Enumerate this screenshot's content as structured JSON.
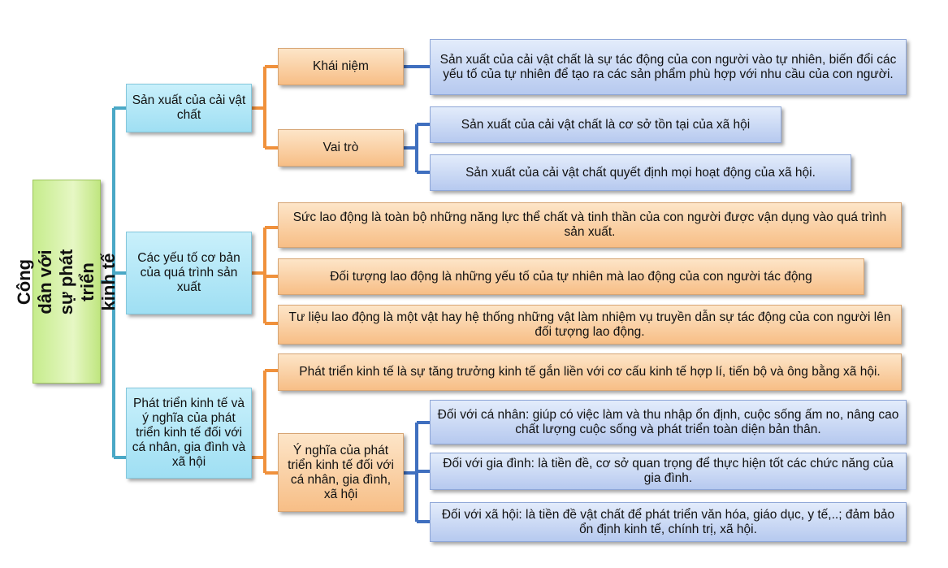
{
  "root": {
    "title": "Công dân với sự phát triển kinh tế"
  },
  "branches": [
    {
      "label": "Sản xuất của cải vật chất",
      "children": [
        {
          "label": "Khái niệm",
          "details": [
            "Sản xuất của cải vật chất là sự tác động của con người vào tự nhiên, biến đổi các yếu tố của tự nhiên để tạo ra các sản phẩm phù hợp với nhu cầu của con người."
          ]
        },
        {
          "label": "Vai trò",
          "details": [
            "Sản xuất của cải vật chất là cơ sở tồn tại của xã hội",
            "Sản xuất của cải vật chất quyết định mọi hoạt động của xã hội."
          ]
        }
      ]
    },
    {
      "label": "Các yếu tố cơ bản của quá trình sản xuất",
      "items": [
        "Sức lao động là toàn bộ những năng lực thể chất và tinh thần của con người được vận dụng vào quá trình sản xuất.",
        "Đối tượng lao động là những yếu tố của tự nhiên mà lao động của con người tác động",
        "Tư liệu lao động là một vật hay hệ thống những vật làm nhiệm vụ truyền dẫn sự tác động của con người lên đối tượng lao động."
      ]
    },
    {
      "label": "Phát triển kinh tế và ý nghĩa của phát triển kinh tế đối với  cá nhân, gia đình và xã hội",
      "concept": "Phát triển kinh tế là sự tăng trưởng kinh tế gắn liền với cơ cấu kinh tế hợp lí, tiến bộ và ông bằng xã hội.",
      "meaning": {
        "label": "Ý nghĩa của phát triển kinh tế đối với cá nhân, gia đình, xã hội",
        "details": [
          "Đối với cá nhân: giúp có việc làm và thu nhập ổn định, cuộc sống ấm no, nâng cao chất lượng cuộc sống và phát triển toàn diện bản thân.",
          "Đối với gia đình: là tiền đề, cơ sở quan trọng để thực hiện tốt các chức năng của gia đình.",
          "Đối với xã hội: là tiền đề vật chất để phát triển văn hóa, giáo dục, y tế,..; đảm bảo ổn định kinh tế, chính trị, xã hội."
        ]
      }
    }
  ],
  "colors": {
    "root_fill": "#d6f2a6",
    "level1_fill": "#b3e6f7",
    "orange_fill": "#f9cc9a",
    "blue_fill": "#c7d6f4",
    "connector_teal": "#4aa8c6",
    "connector_orange": "#f0913c",
    "connector_blue": "#3f6fbf"
  }
}
